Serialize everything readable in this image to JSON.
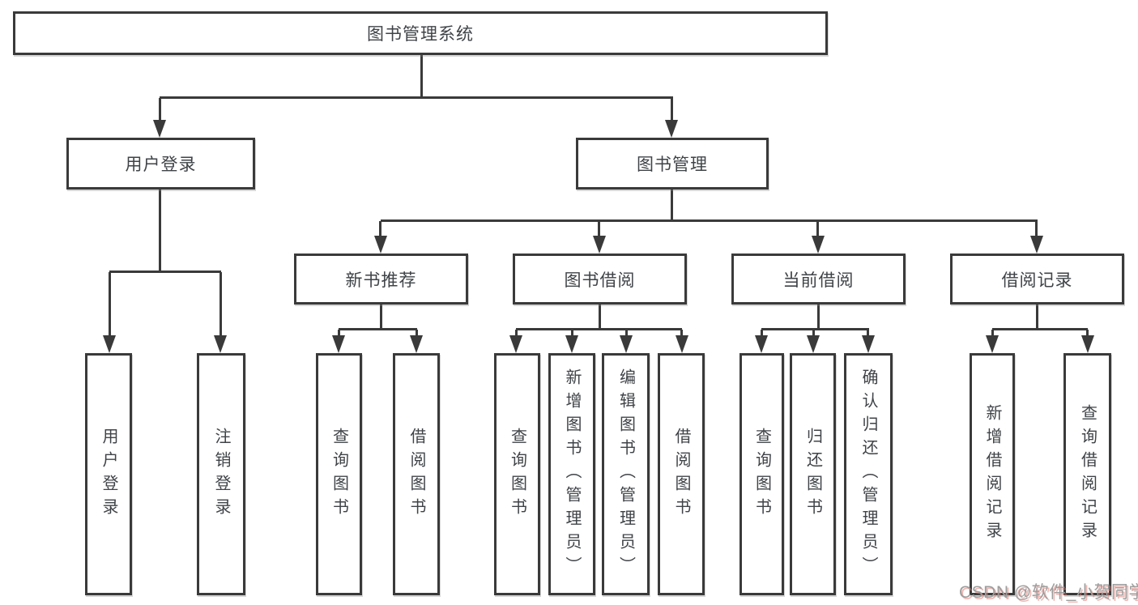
{
  "title": {
    "label": "图书管理系统"
  },
  "nodes": {
    "user_login": {
      "label": "用户登录"
    },
    "book_mgmt": {
      "label": "图书管理"
    },
    "new_book_rec": {
      "label": "新书推荐"
    },
    "book_borrow": {
      "label": "图书借阅"
    },
    "current_borrow": {
      "label": "当前借阅"
    },
    "borrow_records": {
      "label": "借阅记录"
    },
    "leaf_user_login": {
      "label": "用户登录"
    },
    "leaf_logout": {
      "label": "注销登录"
    },
    "leaf_query_books_rec": {
      "label": "查询图书"
    },
    "leaf_borrow_books_rec": {
      "label": "借阅图书"
    },
    "leaf_query_books_borrow": {
      "label": "查询图书"
    },
    "leaf_add_books": {
      "label": "新增图书（管理员）"
    },
    "leaf_edit_books": {
      "label": "编辑图书（管理员）"
    },
    "leaf_borrow_books": {
      "label": "借阅图书"
    },
    "leaf_query_books_current": {
      "label": "查询图书"
    },
    "leaf_return_books": {
      "label": "归还图书"
    },
    "leaf_confirm_return": {
      "label": "确认归还（管理员）"
    },
    "leaf_add_borrow_record": {
      "label": "新增借阅记录"
    },
    "leaf_query_borrow_record": {
      "label": "查询借阅记录"
    }
  },
  "watermark": {
    "text": "CSDN @软件_小贺同学"
  },
  "colors": {
    "line": "#3a3a3a",
    "text": "#3f4347",
    "background": "#ffffff",
    "watermark_text": "#9d9d9d",
    "watermark_shadow": "#e07a72"
  }
}
